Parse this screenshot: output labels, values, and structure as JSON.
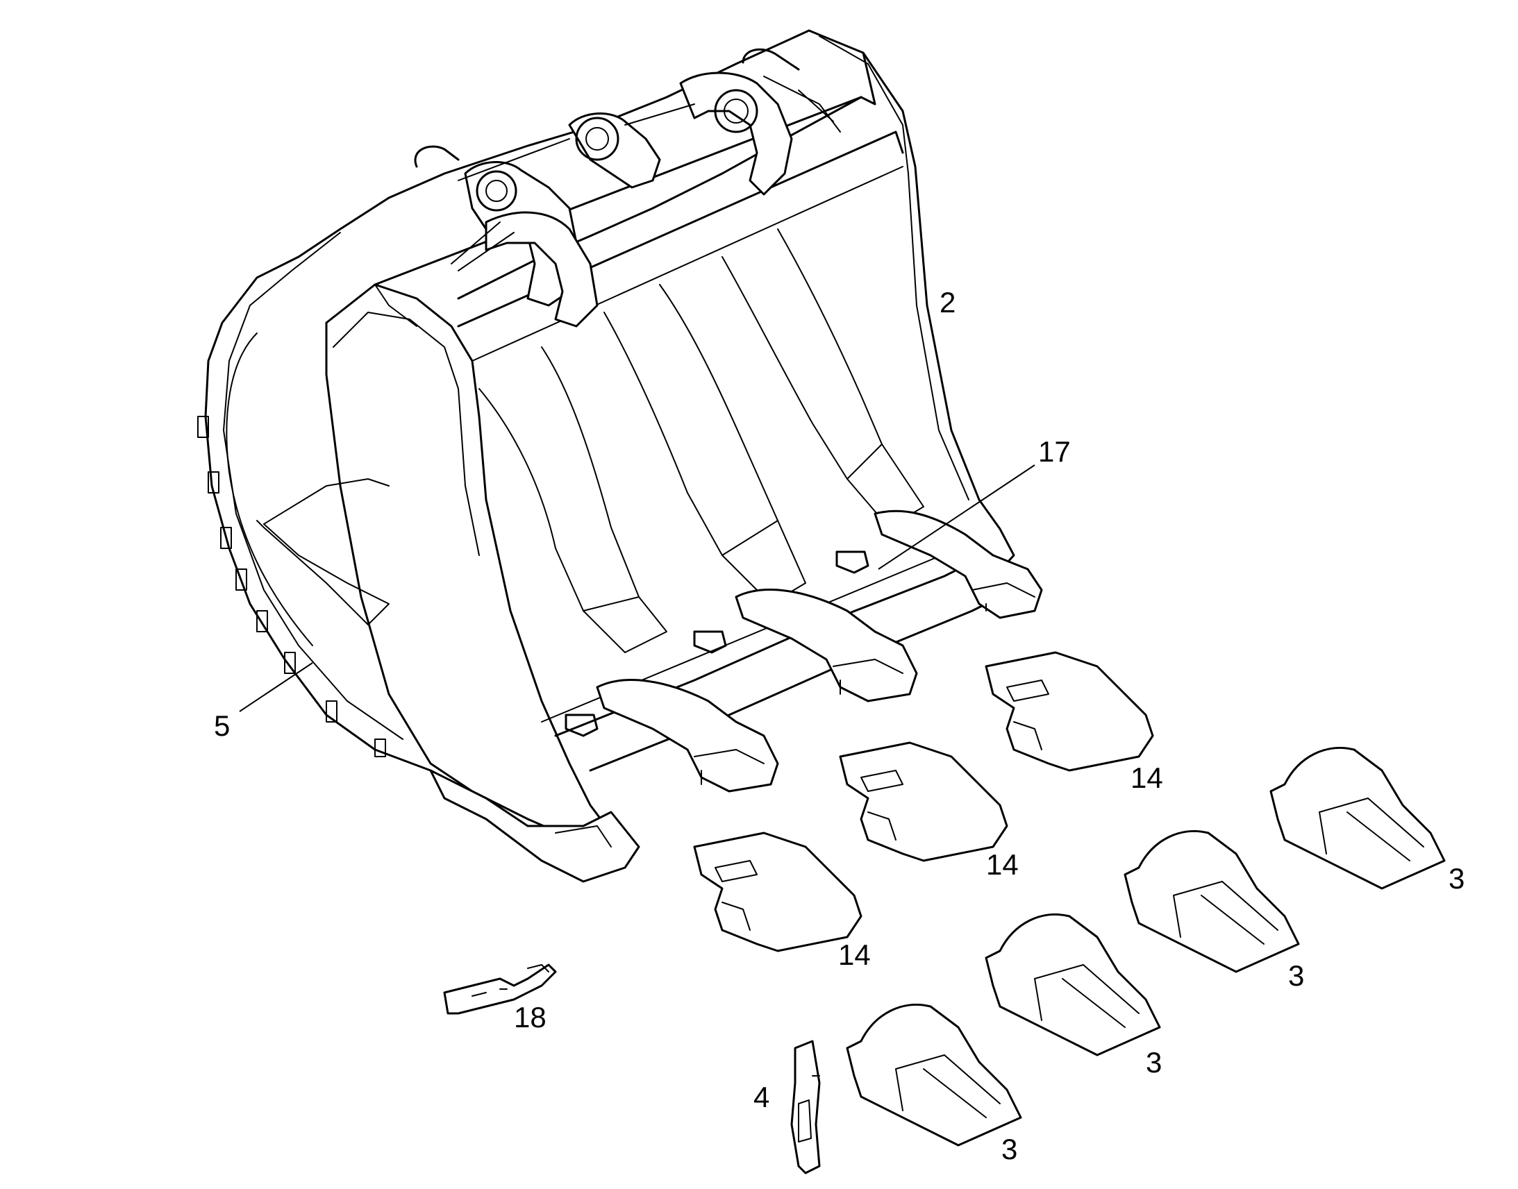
{
  "callouts": {
    "c2": "2",
    "c17": "17",
    "c5": "5",
    "c14a": "14",
    "c14b": "14",
    "c14c": "14",
    "c3a": "3",
    "c3b": "3",
    "c3c": "3",
    "c3d": "3",
    "c18": "18",
    "c4": "4"
  },
  "colors": {
    "line": "#000000",
    "background": "#ffffff"
  }
}
